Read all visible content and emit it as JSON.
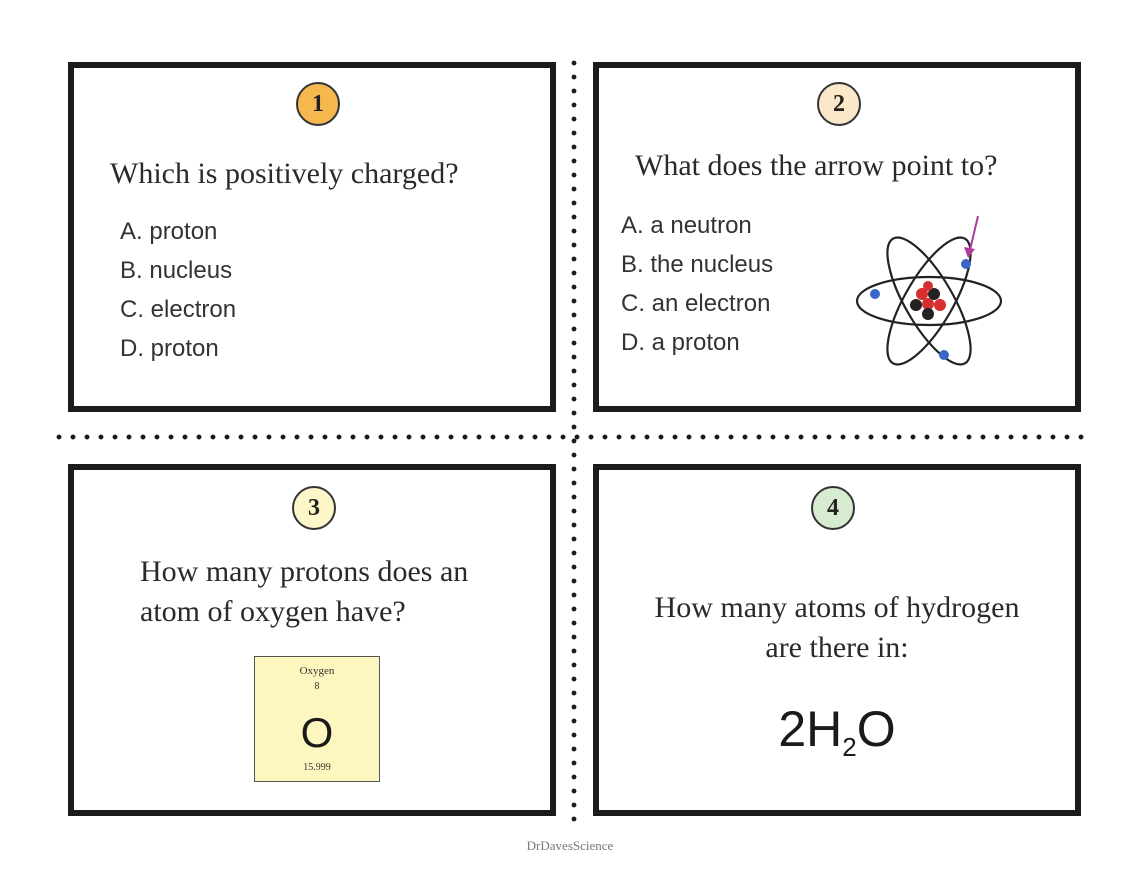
{
  "cards": [
    {
      "number": "1",
      "badge_color": "#f5b74e",
      "question": "Which is positively charged?",
      "choices": [
        "A. proton",
        "B. nucleus",
        "C. electron",
        "D. proton"
      ]
    },
    {
      "number": "2",
      "badge_color": "#fbe8c8",
      "question": "What does the arrow point to?",
      "choices": [
        "A. a neutron",
        "B. the nucleus",
        "C. an electron",
        "D. a proton"
      ],
      "image": "atom-diagram-with-arrow"
    },
    {
      "number": "3",
      "badge_color": "#fdf6c8",
      "question_lines": [
        "How many protons does an",
        "atom of oxygen have?"
      ],
      "element": {
        "name": "Oxygen",
        "atomic_number": "8",
        "symbol": "O",
        "atomic_mass": "15.999"
      },
      "tile_color": "#fdf6bf"
    },
    {
      "number": "4",
      "badge_color": "#d7ebd0",
      "question_lines": [
        "How many atoms of hydrogen",
        "are there in:"
      ],
      "formula": {
        "coefficient": "2H",
        "subscript": "2",
        "tail": "O"
      }
    }
  ],
  "footer": "DrDavesScience",
  "colors": {
    "border": "#1c1c1c",
    "arrow": "#b03a9c",
    "proton": "#d62f2f",
    "neutron": "#222222",
    "electron": "#3b66c9"
  }
}
